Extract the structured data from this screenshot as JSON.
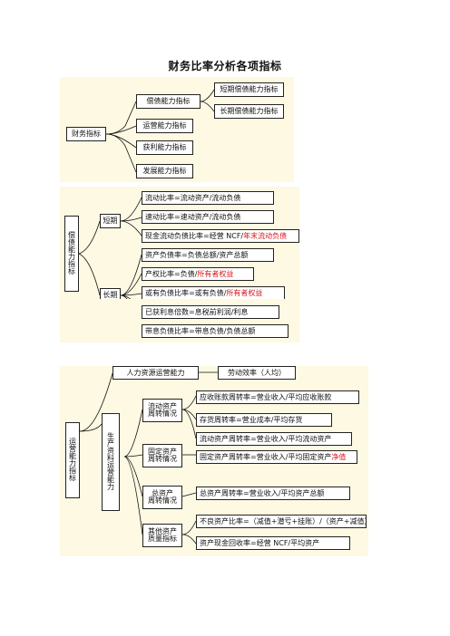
{
  "page_title": "财务比率分析各项指标",
  "d1": {
    "root": "财务指标",
    "solvency": "偿债能力指标",
    "short_term": "短期偿债能力指标",
    "long_term": "长期偿债能力指标",
    "operating": "运营能力指标",
    "profit": "获利能力指标",
    "development": "发展能力指标"
  },
  "d2": {
    "root": [
      "偿",
      "债",
      "能",
      "力",
      "指",
      "标"
    ],
    "short": "短期",
    "long": "长期",
    "s1": "流动比率=流动资产/流动负债",
    "s2": "速动比率=速动资产/流动负债",
    "s3_pre": "现金流动负债比率=经营 NCF/",
    "s3_red": "年末流动负债",
    "l1": "资产负债率=负债总额/资产总额",
    "l2_pre": "产权比率=负债/",
    "l2_red": "所有者权益",
    "l3_pre": "或有负债比率=或有负债/",
    "l3_red": "所有者权益",
    "l4": "已获利息倍数=息税前利润/利息",
    "l5": "带息负债比率=带息负债/负债总额"
  },
  "d3": {
    "root": [
      "运",
      "营",
      "能",
      "力",
      "指",
      "标"
    ],
    "hr": "人力资源运营能力",
    "hr_ratio": "劳动效率（人均）",
    "prod": [
      "生",
      "产",
      "资",
      "料",
      "运",
      "营",
      "能",
      "力"
    ],
    "current_group": [
      "流动资产",
      "周转情况"
    ],
    "c1": "应收账款周转率=营业收入/平均应收账款",
    "c2": "存货周转率=营业成本/平均存货",
    "c3": "流动资产周转率=营业收入/平均流动资产",
    "fixed_group": [
      "固定资产",
      "周转情况"
    ],
    "f1_pre": "固定资产周转率=营业收入/平均固定资产",
    "f1_red": "净值",
    "total_group": [
      "总资产",
      "周转情况"
    ],
    "t1": "总资产周转率=营业收入/平均资产总额",
    "other_group": [
      "其他资产",
      "质量指标"
    ],
    "o1": "不良资产比率=（减值+潜亏+挂账）/（资产+减值）",
    "o2": "资产现金回收率=经营 NCF/平均资产"
  }
}
